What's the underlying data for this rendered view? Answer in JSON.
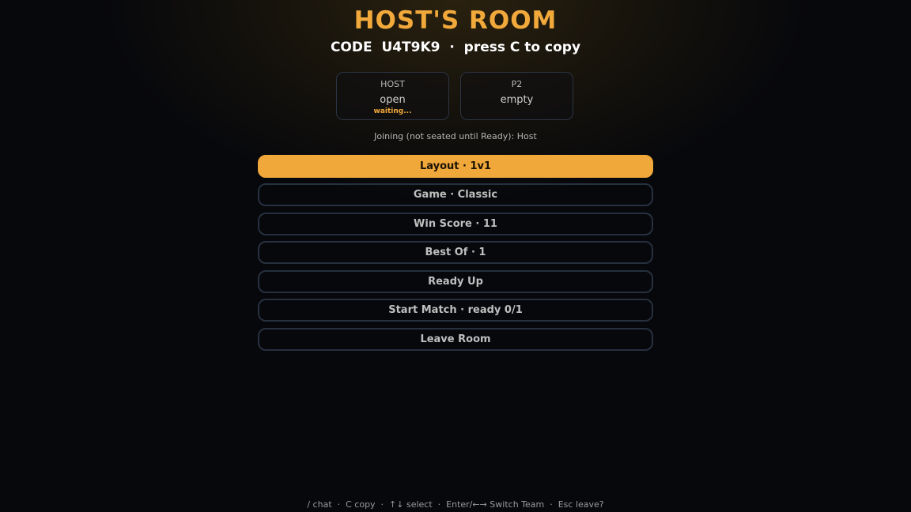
{
  "title": "HOST'S ROOM",
  "code_line": {
    "code_label": "CODE",
    "code": "U4T9K9",
    "separator": "·",
    "hint": "press C to copy"
  },
  "slots": [
    {
      "label": "HOST",
      "status": "open",
      "sub": "waiting..."
    },
    {
      "label": "P2",
      "status": "empty",
      "sub": ""
    }
  ],
  "joining_text": "Joining (not seated until Ready): Host",
  "menu": {
    "selected_index": 0,
    "items": [
      {
        "label": "Layout · 1v1"
      },
      {
        "label": "Game · Classic"
      },
      {
        "label": "Win Score · 11"
      },
      {
        "label": "Best Of · 1"
      },
      {
        "label": "Ready Up"
      },
      {
        "label": "Start Match · ready 0/1"
      },
      {
        "label": "Leave Room"
      }
    ]
  },
  "footer": "/ chat  ·  C copy  ·  ↑↓ select  ·  Enter/←→ Switch Team  ·  Esc leave?",
  "colors": {
    "accent": "#f0a83b",
    "background": "#07080c",
    "border": "#26303e"
  }
}
